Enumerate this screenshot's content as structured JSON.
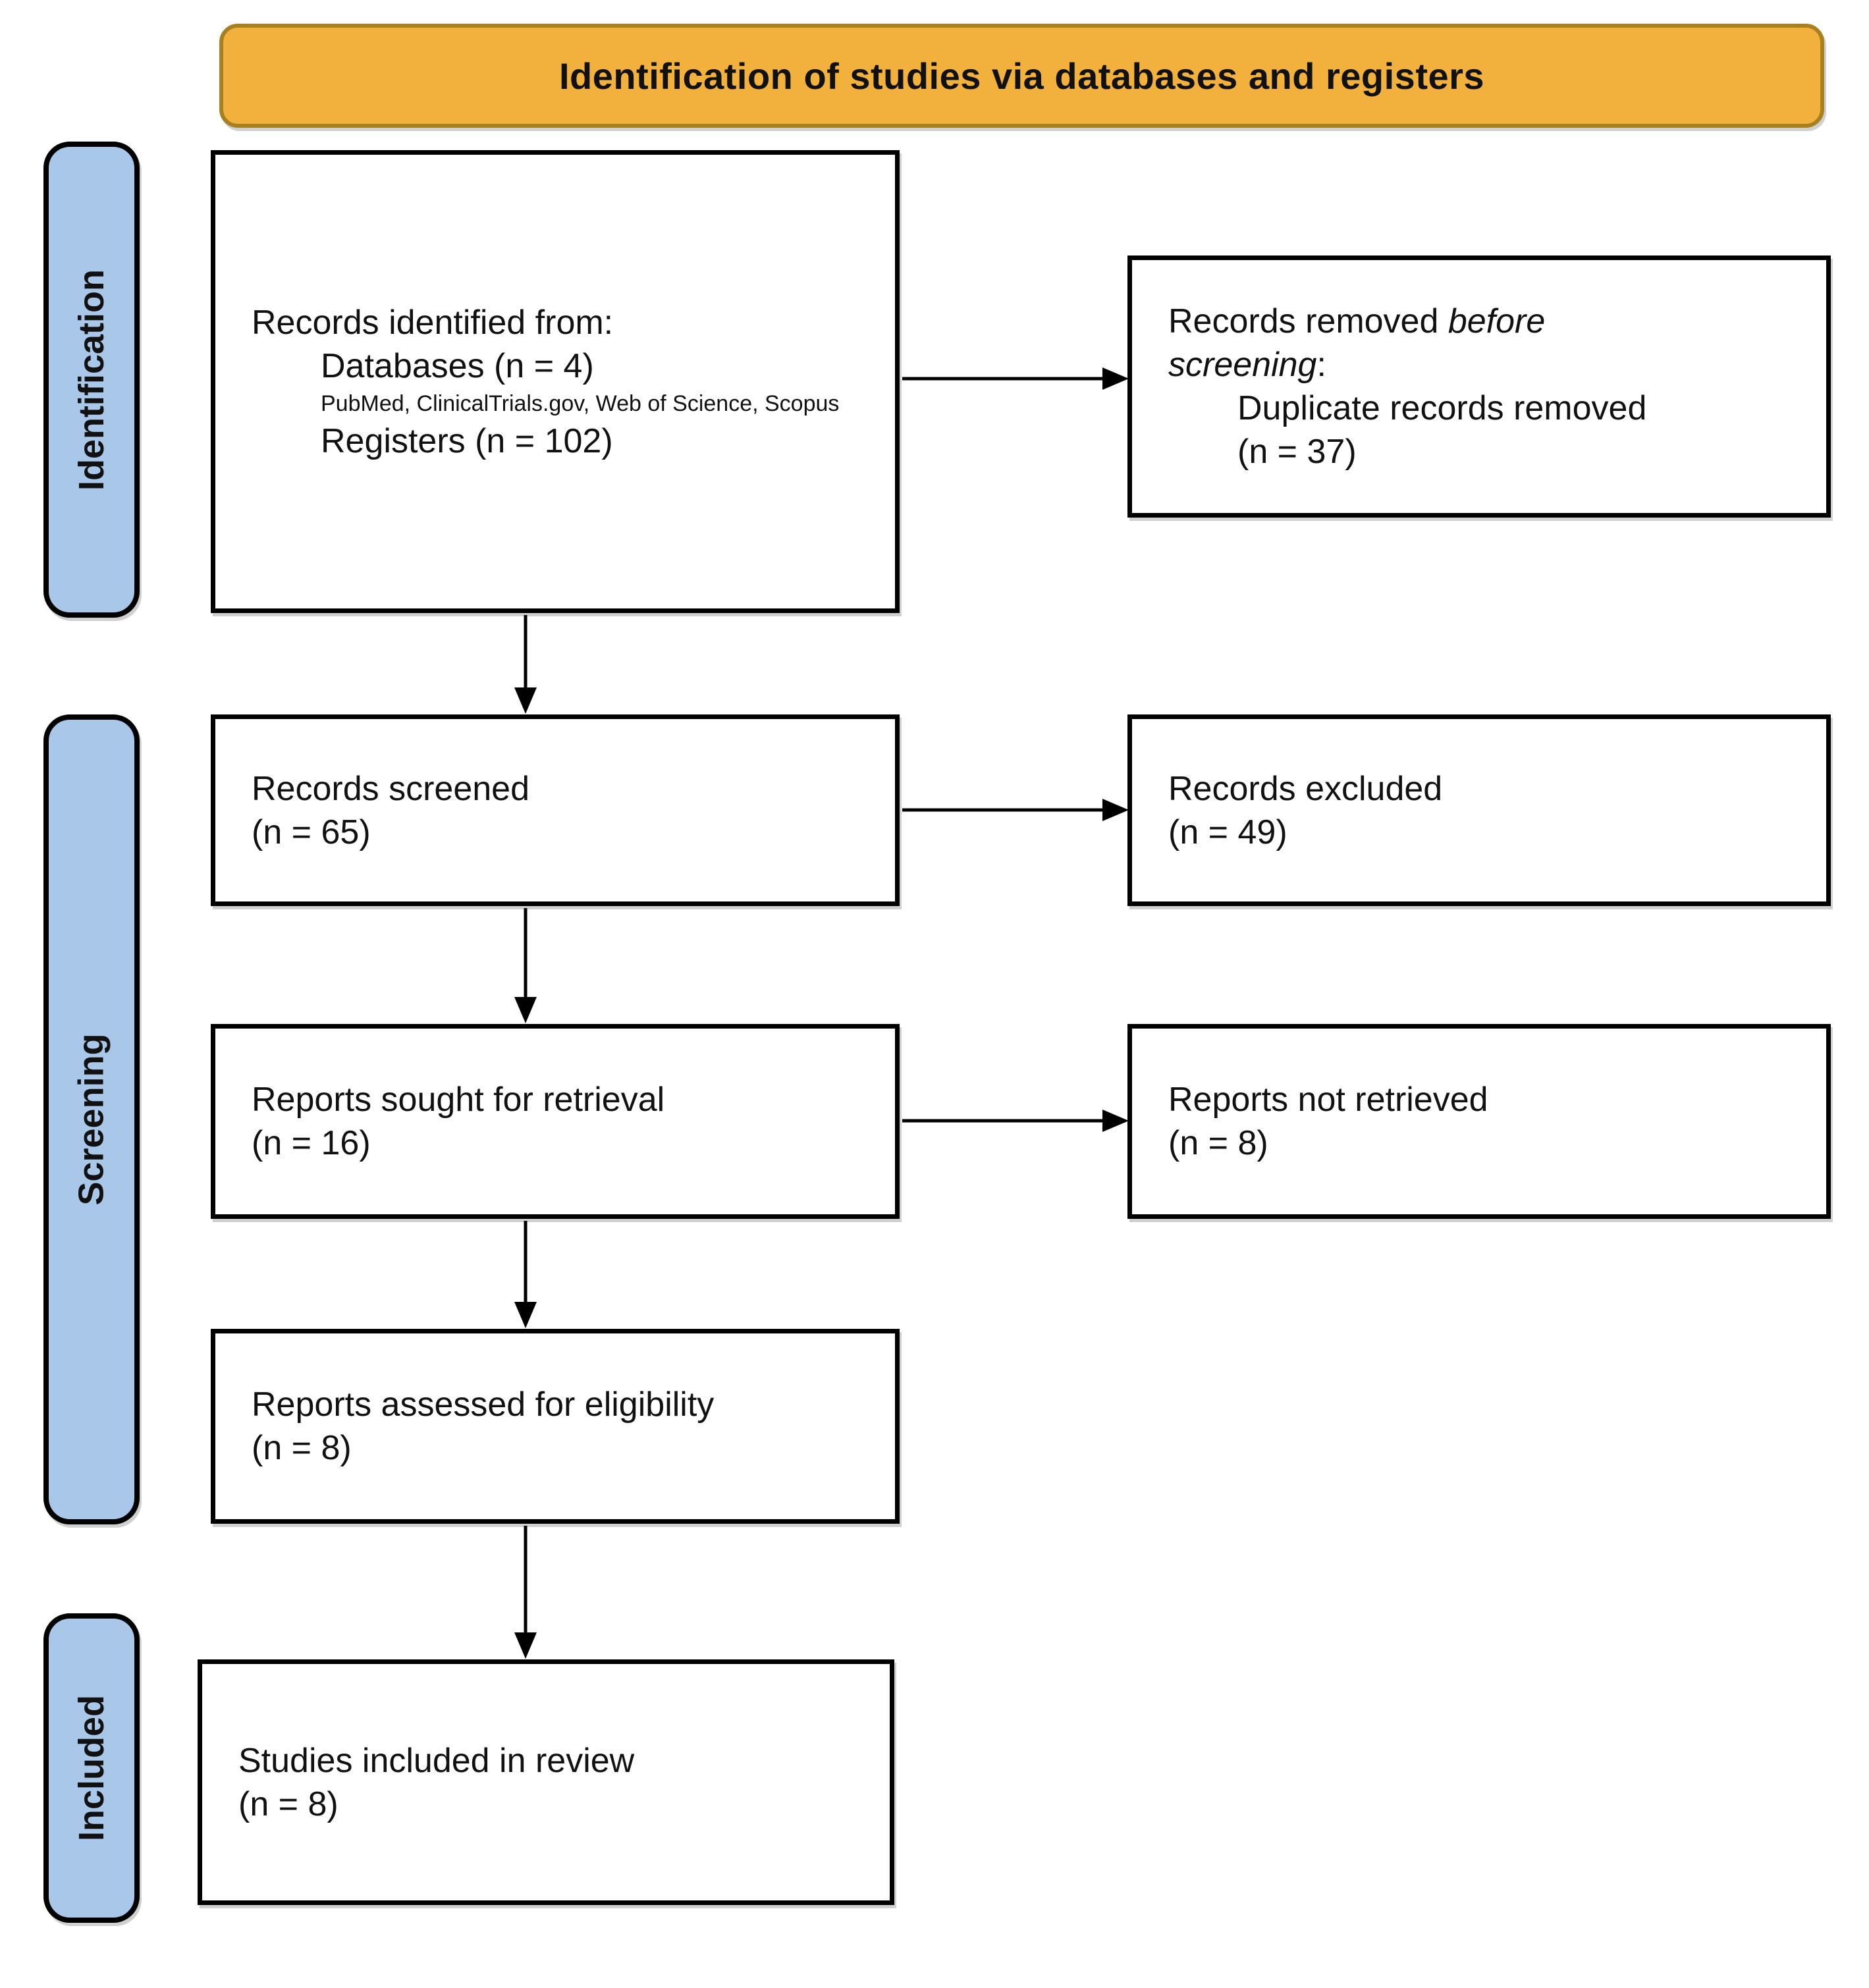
{
  "banner": {
    "title": "Identification of studies via databases and registers"
  },
  "sidebar": {
    "identification": "Identification",
    "screening": "Screening",
    "included": "Included"
  },
  "boxes": {
    "identified": {
      "title": "Records identified from:",
      "databases": "Databases (n = 4)",
      "databases_detail": "PubMed, ClinicalTrials.gov, Web of Science, Scopus",
      "registers": "Registers (n = 102)"
    },
    "removed": {
      "line1_normal": "Records removed ",
      "line1_italic": "before",
      "line2_italic": "screening",
      "line2_normal": ":",
      "reason": "Duplicate records removed",
      "count": "(n = 37)"
    },
    "screened": {
      "title": "Records screened",
      "count": "(n = 65)"
    },
    "excluded": {
      "title": "Records excluded",
      "count": "(n = 49)"
    },
    "sought": {
      "title": "Reports sought for retrieval",
      "count": "(n = 16)"
    },
    "not_retrieved": {
      "title": "Reports not retrieved",
      "count": "(n = 8)"
    },
    "assessed": {
      "title": "Reports assessed for eligibility",
      "count": "(n = 8)"
    },
    "included_review": {
      "title": "Studies included in review",
      "count": "(n = 8)"
    }
  },
  "colors": {
    "banner_fill": "#F2B13D",
    "banner_border": "#A8801F",
    "sidebar_fill": "#A9C7E8",
    "box_border": "#000000"
  }
}
